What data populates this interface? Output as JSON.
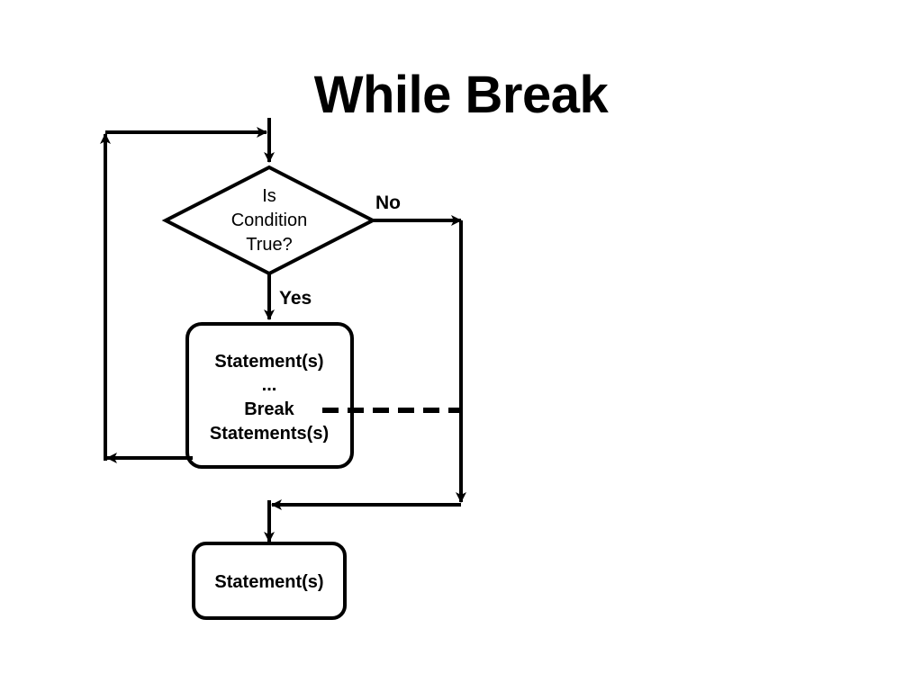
{
  "title": "While Break",
  "decision": {
    "lines": [
      "Is",
      "Condition",
      "True?"
    ]
  },
  "labels": {
    "no": "No",
    "yes": "Yes"
  },
  "loop_body": {
    "lines": [
      "Statement(s)",
      "...",
      "Break",
      "Statements(s)"
    ]
  },
  "after_loop": {
    "text": "Statement(s)"
  }
}
